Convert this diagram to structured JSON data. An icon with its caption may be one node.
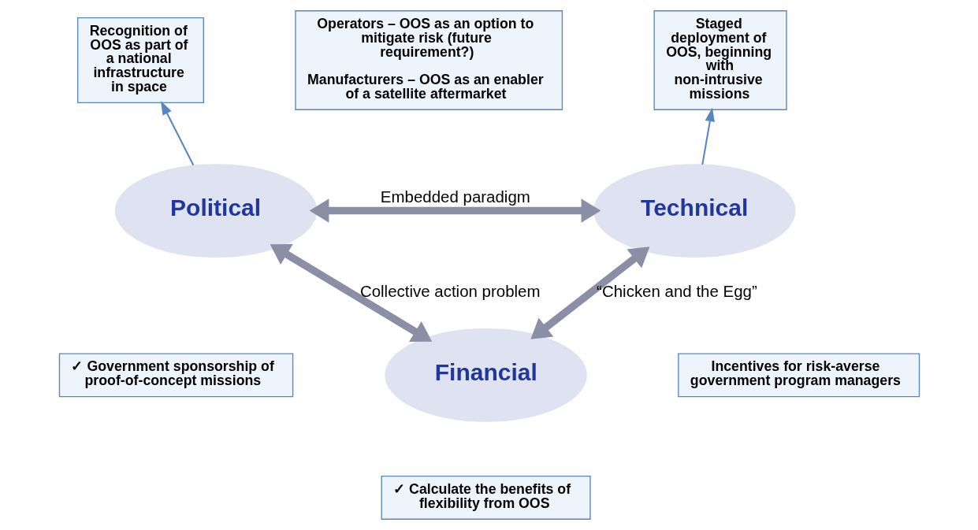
{
  "diagram": {
    "nodes": [
      {
        "text": [
          "Recognition of OOS as part of a national infrastructure in space"
        ]
      },
      {
        "text": [
          "Operators – OOS as an option to mitigate risk (future requirement?)",
          "Manufacturers – OOS as an enabler of a satellite aftermarket"
        ]
      },
      {
        "text": [
          "Staged deployment of OOS, beginning with non-intrusive missions"
        ]
      },
      {
        "text": [
          "Political"
        ]
      },
      {
        "text": [
          "Technical"
        ]
      },
      {
        "text": [
          "Financial"
        ]
      },
      {
        "text": [
          "✓ Government sponsorship of proof-of-concept missions"
        ]
      },
      {
        "text": [
          "Incentives for risk-averse government program managers"
        ]
      },
      {
        "text": [
          "✓ Calculate the benefits of flexibility from OOS"
        ]
      }
    ],
    "edges": [
      {
        "from": 3,
        "to": 4,
        "arrow": "both",
        "label": "Embedded paradigm"
      },
      {
        "from": 3,
        "to": 5,
        "arrow": "both",
        "label": "Collective action problem"
      },
      {
        "from": 4,
        "to": 5,
        "arrow": "both",
        "label": "“Chicken and the Egg”"
      },
      {
        "from": 3,
        "to": 0,
        "arrow": "to",
        "color": "#5a86c0"
      },
      {
        "from": 4,
        "to": 2,
        "arrow": "to",
        "color": "#5a86c0"
      }
    ]
  }
}
